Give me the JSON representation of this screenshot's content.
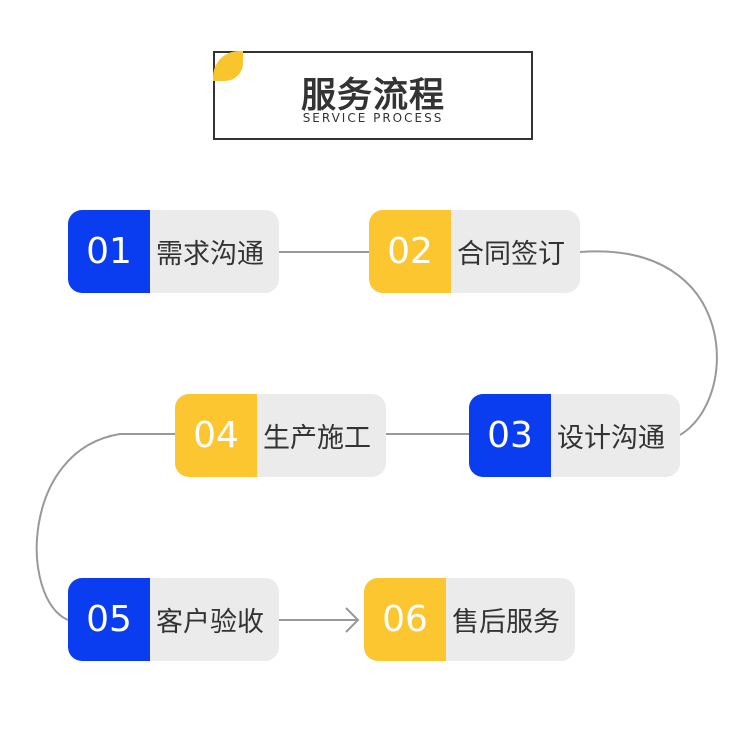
{
  "header": {
    "title": "服务流程",
    "subtitle": "SERVICE PROCESS"
  },
  "colors": {
    "blue": "#0a3cf0",
    "yellow": "#fcc630",
    "label_bg": "#ebebeb",
    "connector": "#999999"
  },
  "steps": [
    {
      "num": "01",
      "label": "需求沟通",
      "color": "blue"
    },
    {
      "num": "02",
      "label": "合同签订",
      "color": "yellow"
    },
    {
      "num": "03",
      "label": "设计沟通",
      "color": "blue"
    },
    {
      "num": "04",
      "label": "生产施工",
      "color": "yellow"
    },
    {
      "num": "05",
      "label": "客户验收",
      "color": "blue"
    },
    {
      "num": "06",
      "label": "售后服务",
      "color": "yellow"
    }
  ]
}
